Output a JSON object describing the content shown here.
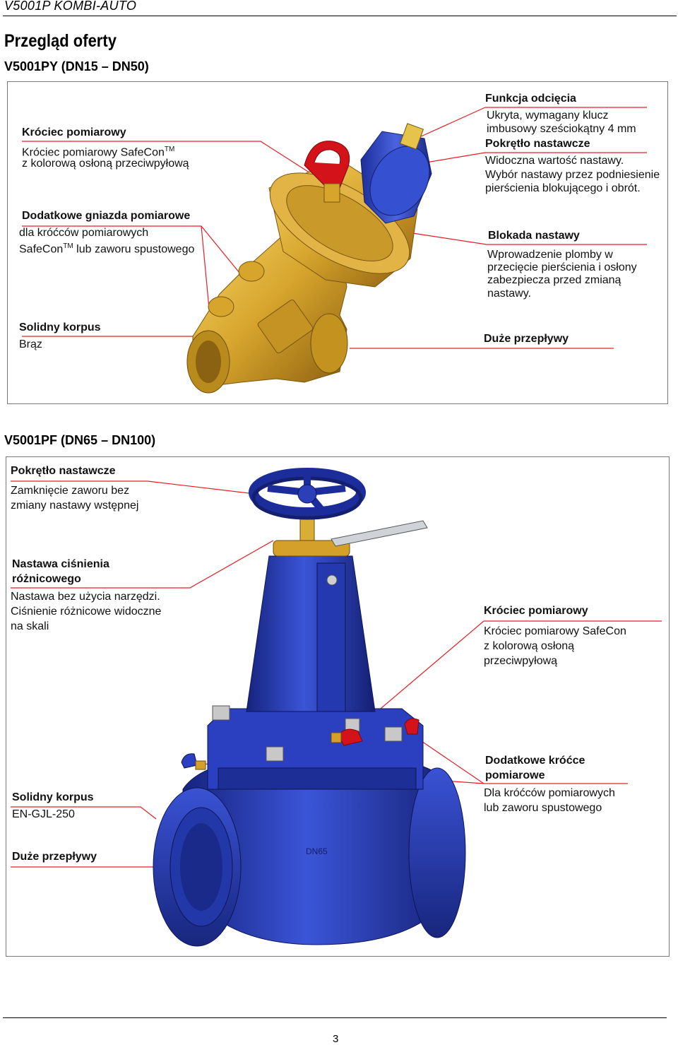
{
  "header": {
    "running_title": "V5001P  KOMBI-AUTO"
  },
  "page_title": "Przegląd oferty",
  "section1": {
    "subtitle": "V5001PY (DN15 – DN50)",
    "labels": {
      "krociec_title": "Króciec pomiarowy",
      "krociec_line1": "Króciec pomiarowy SafeCon",
      "krociec_tm": "TM",
      "krociec_line2": "z kolorową osłoną przeciwpyłową",
      "gniazda_title": "Dodatkowe gniazda pomiarowe",
      "gniazda_line1": "dla króćców pomiarowych",
      "gniazda_line2a": "SafeCon",
      "gniazda_tm": "TM",
      "gniazda_line2b": " lub zaworu spustowego",
      "korpus_title": "Solidny korpus",
      "korpus_text": "Brąz",
      "odciecie_title": "Funkcja odcięcia",
      "odciecie_line1": "Ukryta, wymagany klucz",
      "odciecie_line2": "imbusowy sześciokątny 4 mm",
      "pokretlo_title": "Pokrętło nastawcze",
      "pokretlo_line1": "Widoczna wartość nastawy.",
      "pokretlo_line2": "Wybór nastawy przez podniesienie",
      "pokretlo_line3": "pierścienia blokującego i obrót.",
      "blokada_title": "Blokada nastawy",
      "blokada_line1": "Wprowadzenie plomby w",
      "blokada_line2": "przecięcie pierścienia i osłony",
      "blokada_line3": "zabezpiecza przed zmianą",
      "blokada_line4": "nastawy.",
      "przeplywy": "Duże przepływy"
    }
  },
  "section2": {
    "subtitle": "V5001PF (DN65 – DN100)",
    "labels": {
      "pokretlo_title": "Pokrętło nastawcze",
      "pokretlo_line1": "Zamknięcie zaworu bez",
      "pokretlo_line2": "zmiany nastawy wstępnej",
      "nastawa_title1": "Nastawa ciśnienia",
      "nastawa_title2": "różnicowego",
      "nastawa_line1": "Nastawa bez użycia narzędzi.",
      "nastawa_line2": "Ciśnienie różnicowe widoczne",
      "nastawa_line3": "na skali",
      "krociec_title": "Króciec pomiarowy",
      "krociec_line1": "Króciec pomiarowy SafeCon",
      "krociec_line2": "z kolorową osłoną",
      "krociec_line3": "przeciwpyłową",
      "korpus_title": "Solidny korpus",
      "korpus_text": "EN-GJL-250",
      "przeplywy": "Duże przepływy",
      "dodatkowe_title1": "Dodatkowe króćce",
      "dodatkowe_title2": "pomiarowe",
      "dodatkowe_line1": "Dla króćców pomiarowych",
      "dodatkowe_line2": "lub zaworu spustowego",
      "casting_mark": "DN65"
    }
  },
  "footer": {
    "page_number": "3"
  },
  "colors": {
    "leader": "#e31e24",
    "brass": "#c8961e",
    "blue": "#2a3fb8",
    "red_cap": "#d3121a"
  }
}
